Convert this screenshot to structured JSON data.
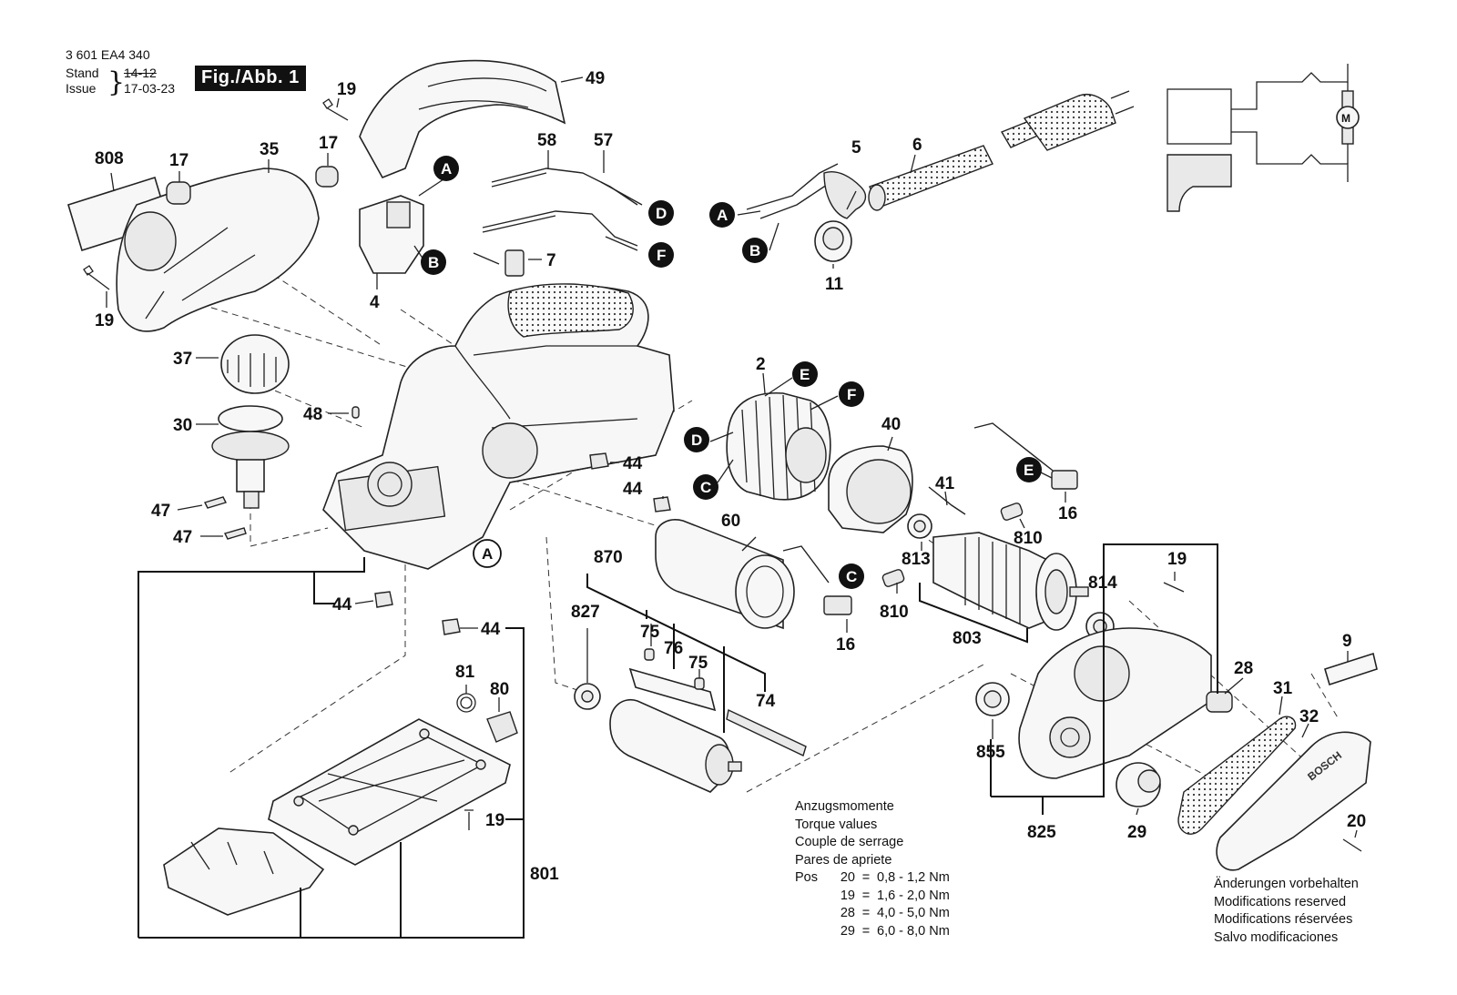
{
  "header": {
    "doc_number": "3 601 EA4 340",
    "stand_label": "Stand",
    "stand_value": "14-12",
    "issue_label": "Issue",
    "issue_value": "17-03-23",
    "figure_label": "Fig./Abb. 1"
  },
  "callouts": [
    "A",
    "B",
    "C",
    "D",
    "E",
    "F"
  ],
  "part_numbers": [
    "2",
    "4",
    "5",
    "6",
    "7",
    "9",
    "11",
    "16",
    "17",
    "19",
    "20",
    "28",
    "29",
    "30",
    "31",
    "32",
    "35",
    "37",
    "40",
    "41",
    "44",
    "47",
    "48",
    "49",
    "57",
    "58",
    "60",
    "74",
    "75",
    "76",
    "80",
    "81",
    "801",
    "803",
    "808",
    "810",
    "813",
    "814",
    "825",
    "827",
    "855",
    "870"
  ],
  "circuit": {
    "motor_label": "M"
  },
  "torque_notes": {
    "titles": [
      "Anzugsmomente",
      "Torque values",
      "Couple de serrage",
      "Pares de apriete"
    ],
    "pos_label": "Pos",
    "rows": [
      {
        "pos": "20",
        "eq": "=",
        "value": "0,8 - 1,2 Nm"
      },
      {
        "pos": "19",
        "eq": "=",
        "value": "1,6 - 2,0 Nm"
      },
      {
        "pos": "28",
        "eq": "=",
        "value": "4,0 - 5,0 Nm"
      },
      {
        "pos": "29",
        "eq": "=",
        "value": "6,0 - 8,0 Nm"
      }
    ]
  },
  "disclaimer": [
    "Änderungen vorbehalten",
    "Modifications reserved",
    "Modifications réservées",
    "Salvo modificaciones"
  ],
  "colors": {
    "ink": "#111111",
    "callout_fill": "#111111",
    "callout_text": "#ffffff",
    "background": "#ffffff"
  }
}
